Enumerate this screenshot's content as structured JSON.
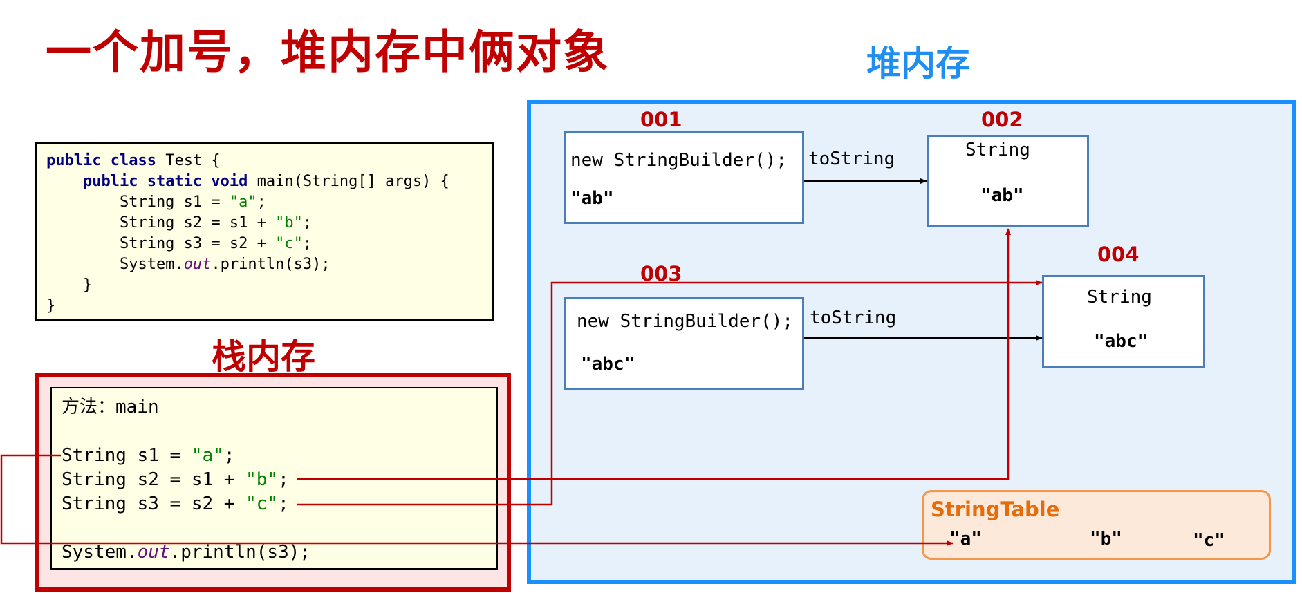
{
  "title": "一个加号，堆内存中俩对象",
  "heap_label": "堆内存",
  "stack_label": "栈内存",
  "code": {
    "line1": {
      "kw": "public class",
      "rest": " Test {"
    },
    "line2": {
      "indent": "    ",
      "kw": "public static void",
      "rest": " main(String[] args) {"
    },
    "line3": {
      "pre": "        String s1 = ",
      "str": "\"a\"",
      "post": ";"
    },
    "line4": {
      "pre": "        String s2 = s1 + ",
      "str": "\"b\"",
      "post": ";"
    },
    "line5": {
      "pre": "        String s3 = s2 + ",
      "str": "\"c\"",
      "post": ";"
    },
    "line6": {
      "pre": "        System.",
      "fld": "out",
      "post": ".println(s3);"
    },
    "line7": "    }",
    "line8": "}"
  },
  "frame": {
    "header": "方法：main",
    "line1": {
      "pre": "String s1 = ",
      "str": "\"a\"",
      "post": ";"
    },
    "line2": {
      "pre": "String s2 = s1 + ",
      "str": "\"b\"",
      "post": ";"
    },
    "line3": {
      "pre": "String s3 = s2 + ",
      "str": "\"c\"",
      "post": ";"
    },
    "line4": {
      "pre": "System.",
      "fld": "out",
      "post": ".println(s3);"
    }
  },
  "heap": {
    "obj001": {
      "addr": "001",
      "code": "new StringBuilder();",
      "value": "\"ab\""
    },
    "obj002": {
      "addr": "002",
      "type": "String",
      "value": "\"ab\""
    },
    "obj003": {
      "addr": "003",
      "code": "new StringBuilder();",
      "value": "\"abc\""
    },
    "obj004": {
      "addr": "004",
      "type": "String",
      "value": "\"abc\""
    },
    "tostring1": "toString",
    "tostring2": "toString"
  },
  "string_table": {
    "title": "StringTable",
    "entries": [
      "\"a\"",
      "\"b\"",
      "\"c\""
    ]
  },
  "colors": {
    "title_red": "#c00000",
    "heap_blue": "#1a8fff",
    "string_green": "#008000",
    "string_table_orange": "#e46c0a",
    "object_border": "#4a7ebb"
  }
}
